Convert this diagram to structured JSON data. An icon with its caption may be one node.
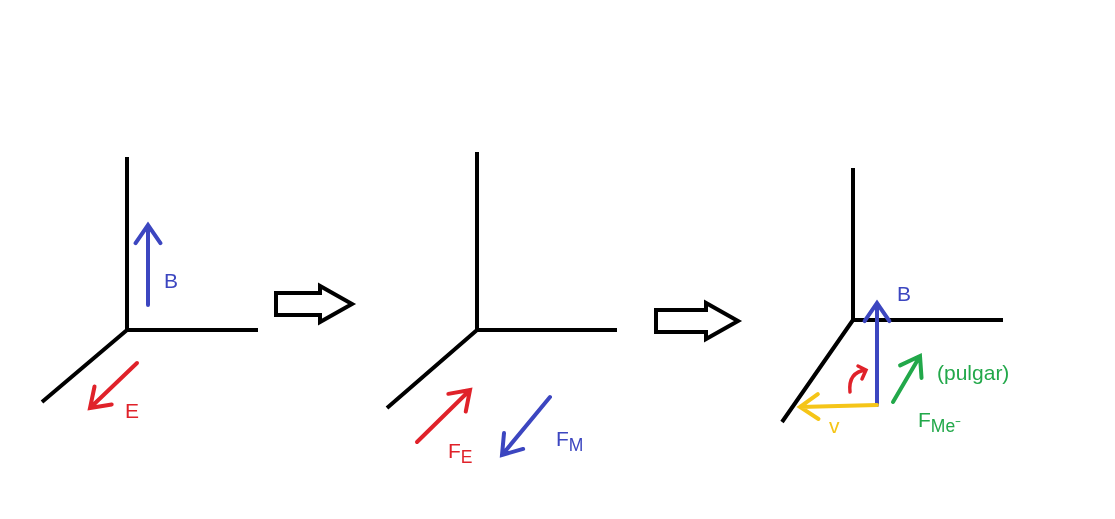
{
  "diagram": {
    "nodes": [
      {
        "text": [],
        "shape": "picture"
      },
      {
        "text": [],
        "shape": "picture"
      },
      {
        "text": [],
        "shape": "picture"
      }
    ],
    "edges": [
      {
        "from": 0,
        "to": 1,
        "arrow": "to"
      },
      {
        "from": 1,
        "to": 2,
        "arrow": "to"
      }
    ],
    "labels": [
      "B",
      "E",
      "F$_{E}$",
      "F$_{M}$",
      "B",
      "(pulgar)",
      "v",
      "F$_{Me⁻}$"
    ]
  }
}
